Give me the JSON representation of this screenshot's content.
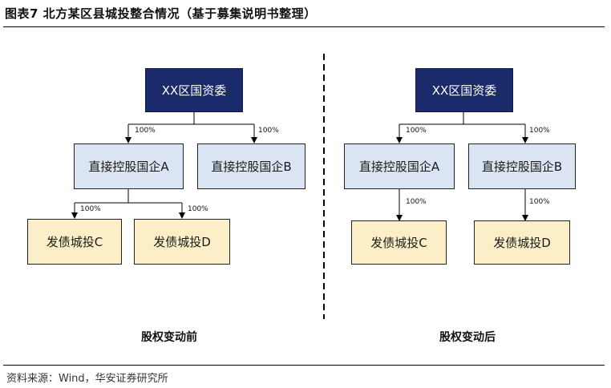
{
  "figure": {
    "title": "图表7 北方某区县城投整合情况（基于募集说明书整理）",
    "source": "资料来源：Wind，华安证券研究所"
  },
  "before": {
    "caption": "股权变动前",
    "gov": "XX区国资委",
    "soe_a": "直接控股国企A",
    "soe_b": "直接控股国企B",
    "lgfv_c": "发债城投C",
    "lgfv_d": "发债城投D",
    "pct_gov_a": "100%",
    "pct_gov_b": "100%",
    "pct_a_c": "100%",
    "pct_a_d": "100%"
  },
  "after": {
    "caption": "股权变动后",
    "gov": "XX区国资委",
    "soe_a": "直接控股国企A",
    "soe_b": "直接控股国企B",
    "lgfv_c": "发债城投C",
    "lgfv_d": "发债城投D",
    "pct_gov_a": "100%",
    "pct_gov_b": "100%",
    "pct_a_c": "100%",
    "pct_b_d": "100%"
  },
  "colors": {
    "gov_fill": "#1b2a6b",
    "soe_fill": "#dbe4f3",
    "lgfv_fill": "#fcefc7"
  }
}
